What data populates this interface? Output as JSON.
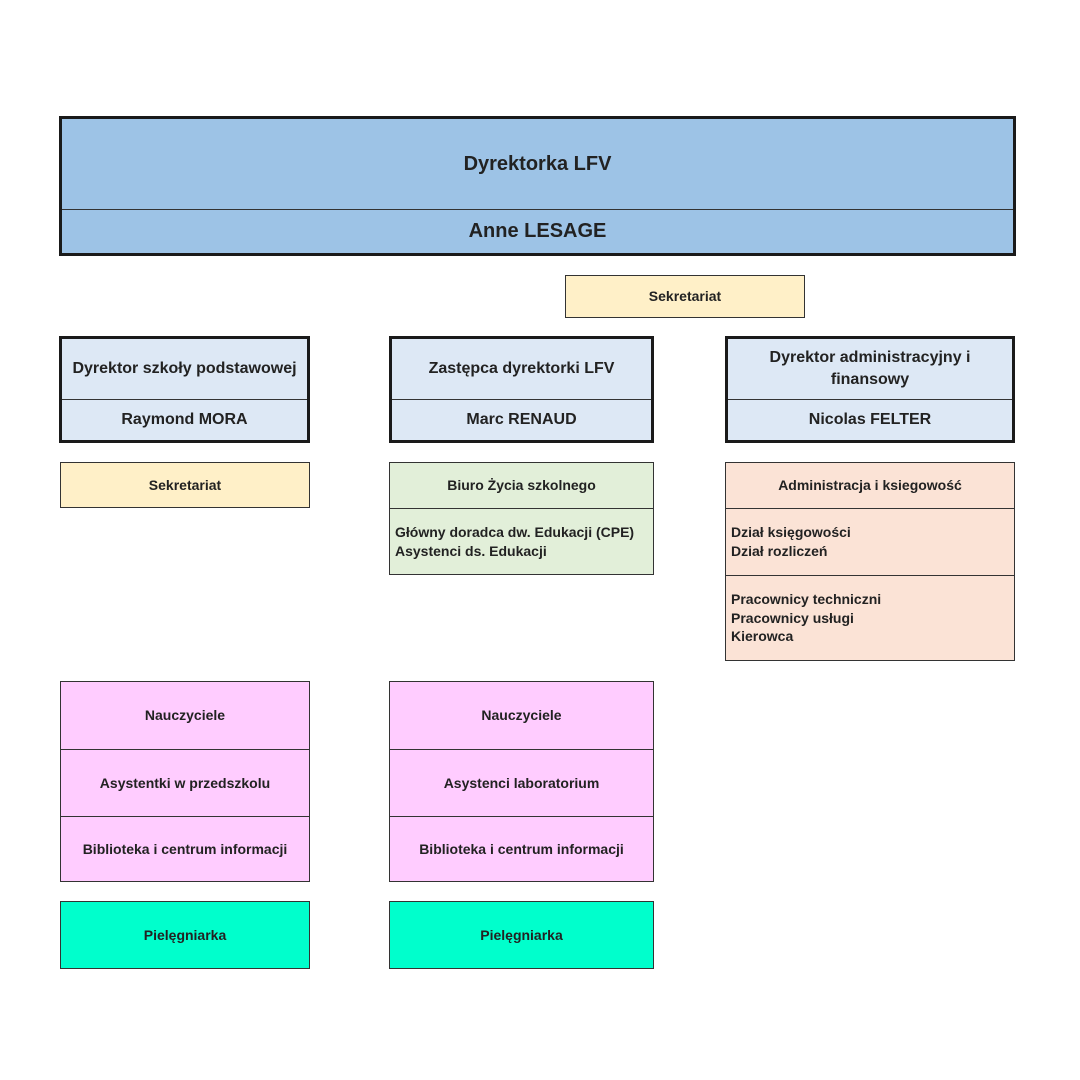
{
  "director": {
    "title": "Dyrektorka LFV",
    "name": "Anne LESAGE"
  },
  "main_secretariat": "Sekretariat",
  "columns": [
    {
      "title": "Dyrektor szkoły podstawowej",
      "name": "Raymond MORA",
      "unit": "Sekretariat",
      "staff": [
        "Nauczyciele",
        "Asystentki w przedszkolu",
        "Biblioteka i centrum informacji"
      ],
      "nurse": "Pielęgniarka"
    },
    {
      "title": "Zastępca dyrektorki LFV",
      "name": "Marc RENAUD",
      "unit": "Biuro Życia szkolnego",
      "unit_members": [
        "Główny doradca dw. Edukacji (CPE)",
        "Asystenci ds. Edukacji"
      ],
      "staff": [
        "Nauczyciele",
        "Asystenci laboratorium",
        "Biblioteka i centrum informacji"
      ],
      "nurse": "Pielęgniarka"
    },
    {
      "title": "Dyrektor administracyjny i finansowy",
      "name": "Nicolas FELTER",
      "unit": "Administracja i ksiegowość",
      "unit_groups": [
        [
          "Dział księgowości",
          "Dział rozliczeń"
        ],
        [
          "Pracownicy techniczni",
          "Pracownicy usługi",
          "Kierowca"
        ]
      ]
    }
  ],
  "colors": {
    "director": "#9dc3e6",
    "heads": "#dde8f5",
    "secretariat": "#fff0c8",
    "school_life": "#e2efd9",
    "administration": "#fbe3d6",
    "staff": "#ffccff",
    "nurse": "#00ffcc"
  }
}
